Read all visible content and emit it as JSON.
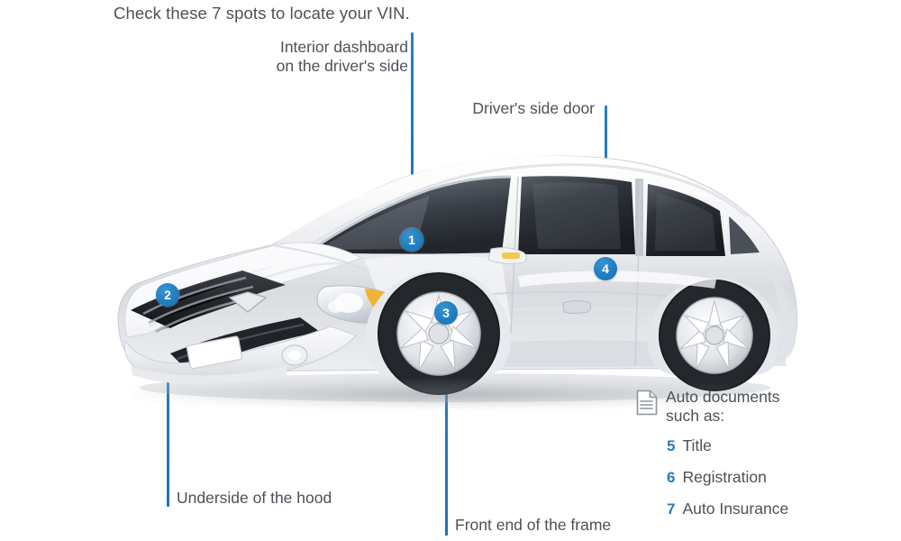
{
  "headline": "Check these 7 spots to locate your VIN.",
  "callouts": [
    {
      "id": 1,
      "number": "1",
      "label": "Interior dashboard\non the driver's side"
    },
    {
      "id": 2,
      "number": "2",
      "label": "Underside of the hood"
    },
    {
      "id": 3,
      "number": "3",
      "label": "Front end of the frame"
    },
    {
      "id": 4,
      "number": "4",
      "label": "Driver's side door"
    }
  ],
  "documents": {
    "icon": "document-icon",
    "title": "Auto documents\nsuch as:",
    "items": [
      {
        "number": "5",
        "label": "Title"
      },
      {
        "number": "6",
        "label": "Registration"
      },
      {
        "number": "7",
        "label": "Auto Insurance"
      }
    ]
  },
  "illustration": {
    "subject": "white-sedan-car",
    "view": "front-three-quarter"
  },
  "colors": {
    "accent_blue": "#1f7ec2",
    "line_blue": "#2a7fbf",
    "number_blue": "#2a7ab8",
    "text_gray": "#4c5159",
    "background": "#ffffff"
  }
}
